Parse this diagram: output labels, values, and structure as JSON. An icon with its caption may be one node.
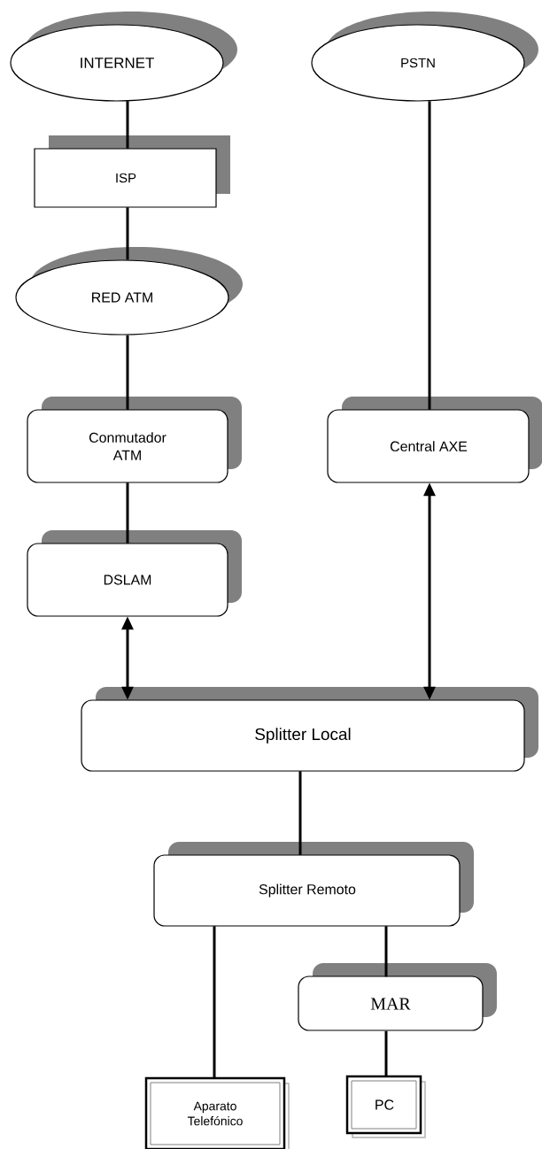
{
  "diagram": {
    "nodes": [
      {
        "text": [
          "INTERNET"
        ]
      },
      {
        "text": [
          "PSTN"
        ]
      },
      {
        "text": [
          "ISP"
        ]
      },
      {
        "text": [
          "RED ATM"
        ]
      },
      {
        "text": [
          "Conmutador ATM"
        ]
      },
      {
        "text": [
          "Central AXE"
        ]
      },
      {
        "text": [
          "DSLAM"
        ]
      },
      {
        "text": [
          "Splitter Local"
        ]
      },
      {
        "text": [
          "Splitter Remoto"
        ]
      },
      {
        "text": [
          "MAR"
        ]
      },
      {
        "text": [
          "Aparato Telefónico"
        ]
      },
      {
        "text": [
          "PC"
        ]
      }
    ],
    "edges": [
      {
        "from": 0,
        "to": 2,
        "arrow": "none"
      },
      {
        "from": 2,
        "to": 3,
        "arrow": "none"
      },
      {
        "from": 3,
        "to": 4,
        "arrow": "none"
      },
      {
        "from": 1,
        "to": 5,
        "arrow": "none"
      },
      {
        "from": 4,
        "to": 6,
        "arrow": "none"
      },
      {
        "from": 6,
        "to": 7,
        "arrow": "both"
      },
      {
        "from": 5,
        "to": 7,
        "arrow": "both"
      },
      {
        "from": 7,
        "to": 8,
        "arrow": "none"
      },
      {
        "from": 8,
        "to": 10,
        "arrow": "none"
      },
      {
        "from": 8,
        "to": 9,
        "arrow": "none"
      },
      {
        "from": 9,
        "to": 11,
        "arrow": "none"
      }
    ]
  }
}
